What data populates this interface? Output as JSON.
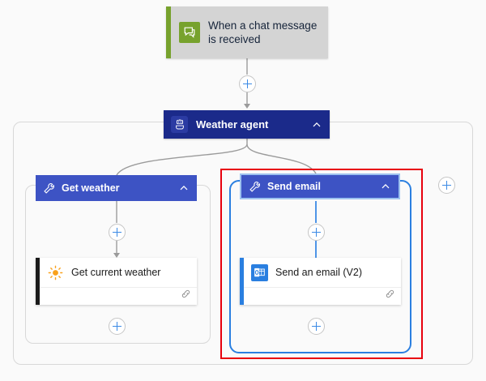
{
  "flow": {
    "trigger": {
      "label": "When a chat message is received",
      "icon": "chat-bubble-icon",
      "accent_color": "#77a22d",
      "background_color": "#d4d4d4"
    },
    "agent": {
      "label": "Weather agent",
      "icon": "robot-icon",
      "collapse_icon": "chevron-up-icon",
      "background_color": "#1b2a8a"
    },
    "branches": [
      {
        "id": "get-weather",
        "title": "Get weather",
        "icon": "wrench-icon",
        "collapse_icon": "chevron-up-icon",
        "selected": false,
        "header_color": "#3d53c4",
        "action": {
          "label": "Get current weather",
          "icon": "sun-icon",
          "accent_color": "#1a1a1a",
          "footer_icon": "link-icon"
        }
      },
      {
        "id": "send-email",
        "title": "Send email",
        "icon": "wrench-icon",
        "collapse_icon": "chevron-up-icon",
        "selected": true,
        "header_color": "#3d53c4",
        "selection_color": "#2a7fe0",
        "highlight_color": "#e8000d",
        "action": {
          "label": "Send an email (V2)",
          "icon": "outlook-icon",
          "accent_color": "#2a7fe0",
          "footer_icon": "link-icon"
        }
      }
    ],
    "add_buttons": [
      {
        "id": "add-after-trigger",
        "icon": "plus-icon"
      },
      {
        "id": "add-in-get-weather",
        "icon": "plus-icon"
      },
      {
        "id": "add-end-get-weather",
        "icon": "plus-icon"
      },
      {
        "id": "add-in-send-email",
        "icon": "plus-icon"
      },
      {
        "id": "add-end-send-email",
        "icon": "plus-icon"
      },
      {
        "id": "add-branch",
        "icon": "plus-icon"
      }
    ]
  }
}
